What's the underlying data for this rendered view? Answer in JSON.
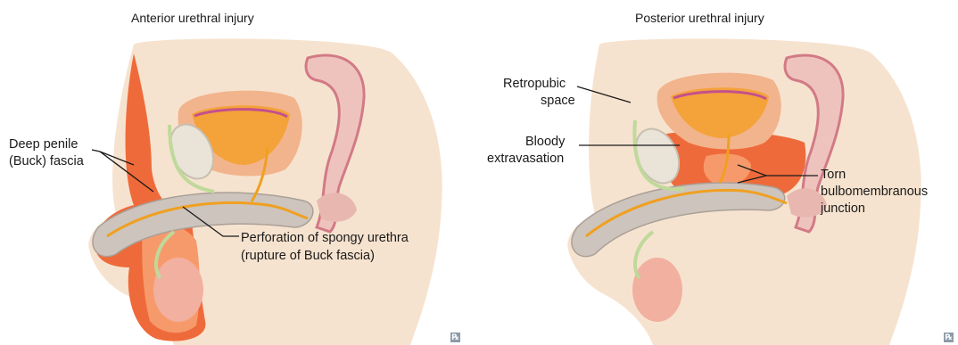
{
  "left_panel": {
    "title": "Anterior urethral injury",
    "labels": {
      "deep_fascia_line1": "Deep penile",
      "deep_fascia_line2": "(Buck) fascia",
      "perforation_line1": "Perforation of spongy urethra",
      "perforation_line2": "(rupture of Buck fascia)"
    },
    "corner_mark": "℞"
  },
  "right_panel": {
    "title": "Posterior urethral injury",
    "labels": {
      "retropubic_line1": "Retropubic",
      "retropubic_line2": "space",
      "bloody_line1": "Bloody",
      "bloody_line2": "extravasation",
      "torn_line1": "Torn",
      "torn_line2": "bulbomembranous",
      "torn_line3": "junction"
    },
    "corner_mark": "℞"
  },
  "colors": {
    "skin": "#f6e3cf",
    "bladder": "#f2b48c",
    "bladder_inner": "#f4a23a",
    "extravasation": "#ef6a3a",
    "extravasation_light": "#f79a6b",
    "rectum": "#d27a86",
    "rectum_fill": "#efc3bd",
    "bone": "#d9d2c6",
    "corpus": "#cdc4bd",
    "urethra": "#f0a020",
    "green": "#bfd99a",
    "leader": "#1a1a1a"
  }
}
